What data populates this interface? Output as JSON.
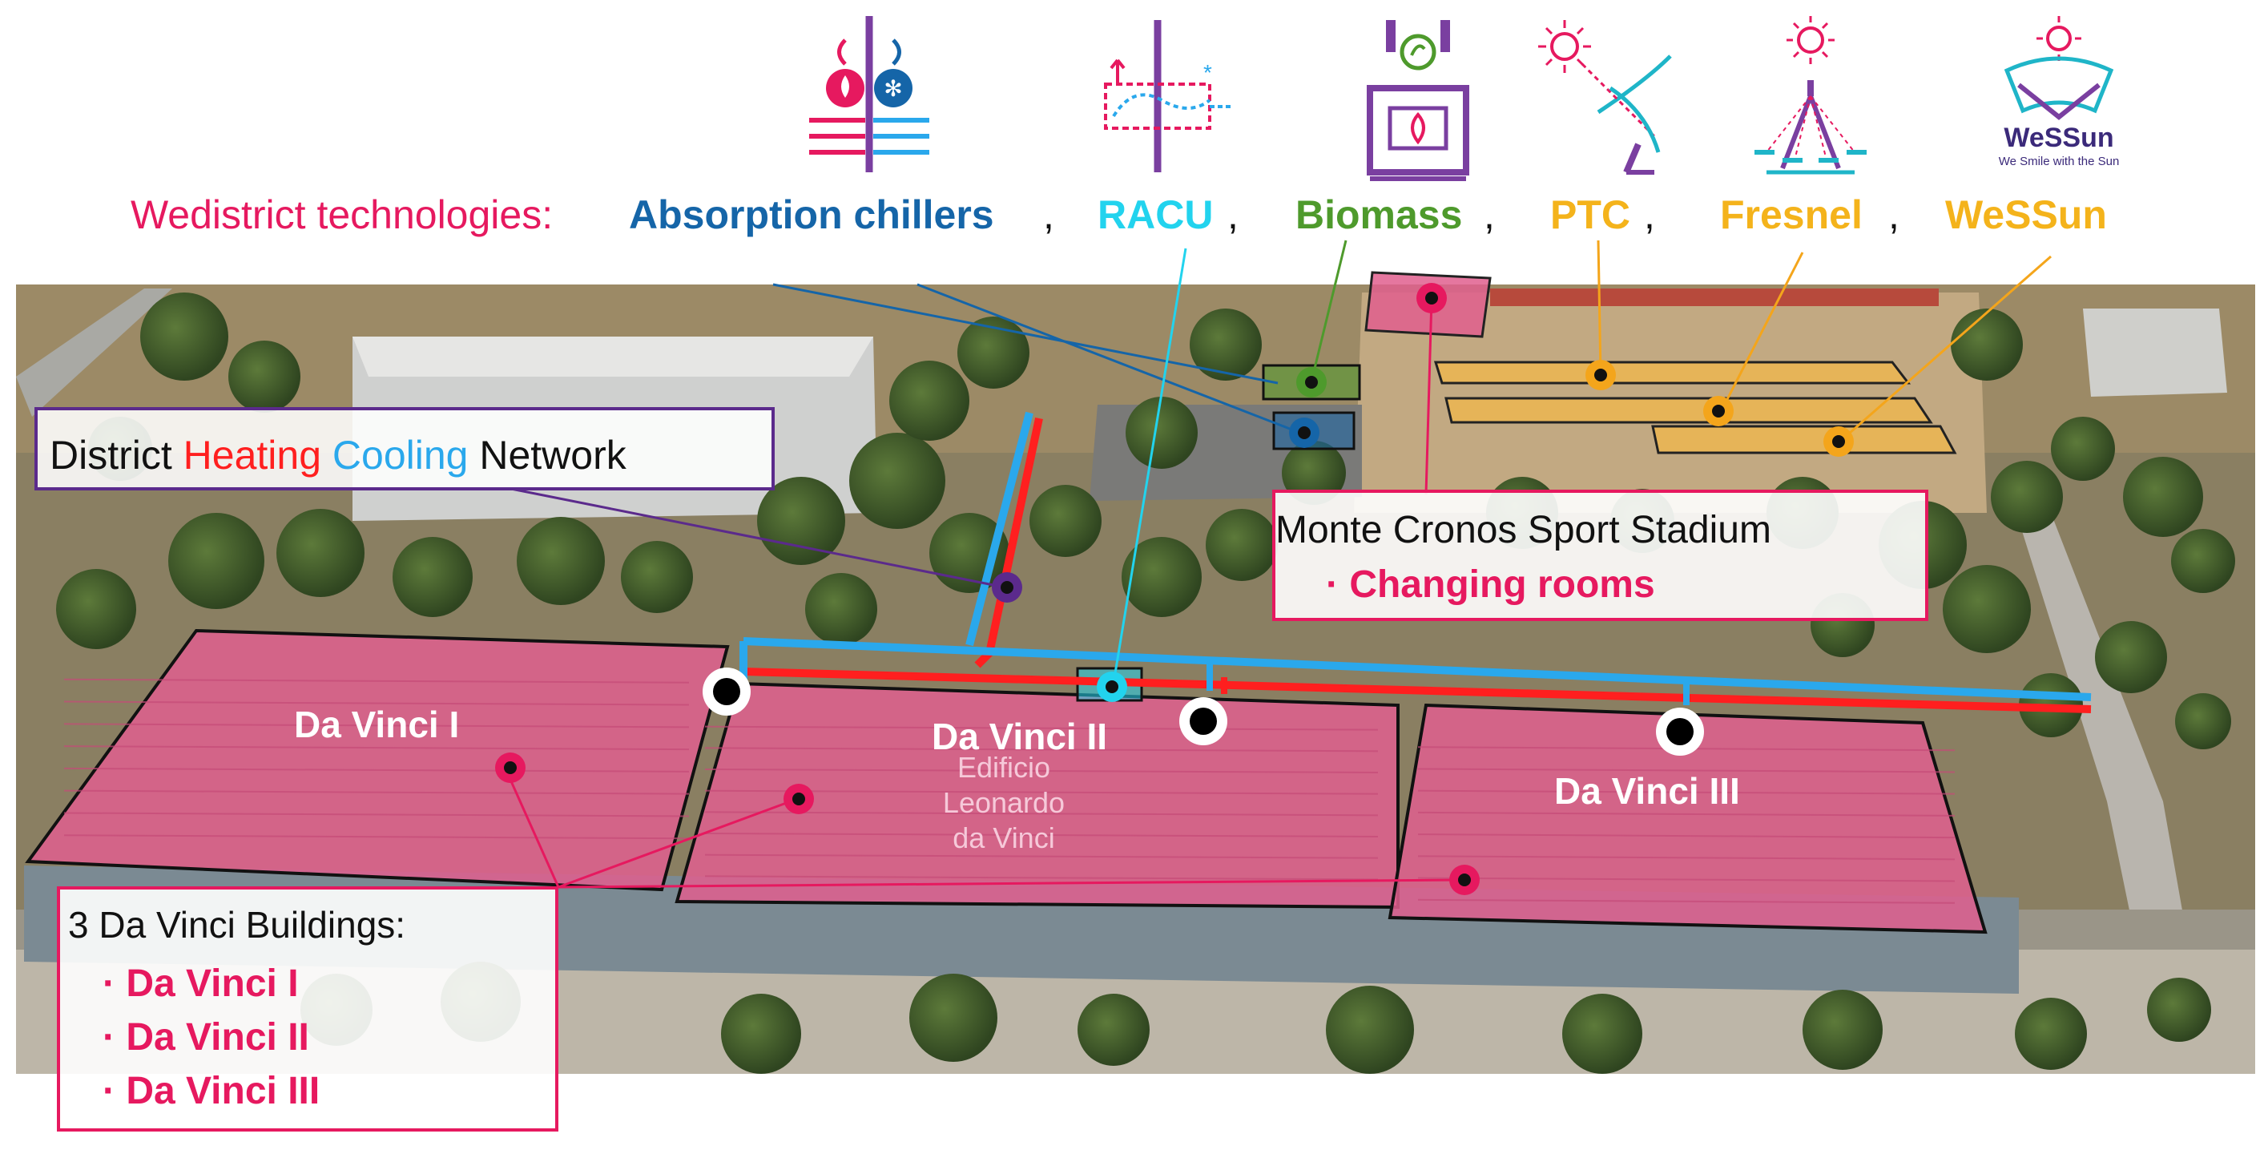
{
  "header": {
    "prefix": "Wedistrict technologies: ",
    "technologies": [
      {
        "label": "Absorption chillers",
        "color": "#1565a8",
        "icon": "absorption-chiller-icon"
      },
      {
        "label": "RACU",
        "color": "#22d3ee",
        "icon": "racu-icon"
      },
      {
        "label": "Biomass",
        "color": "#4e9a2c",
        "icon": "biomass-boiler-icon"
      },
      {
        "label": "PTC",
        "color": "#f4b31b",
        "icon": "ptc-solar-icon"
      },
      {
        "label": "Fresnel",
        "color": "#f4b31b",
        "icon": "fresnel-solar-icon"
      },
      {
        "label": "WeSSun",
        "color": "#f4b31b",
        "icon": "wessun-logo"
      }
    ],
    "separator": ","
  },
  "wessun_logo": {
    "name": "WeSSun",
    "tagline": "We Smile with the Sun"
  },
  "network_label": {
    "part1": "District ",
    "heating": "Heating",
    "cooling": "Cooling",
    "part4": " Network"
  },
  "stadium": {
    "title": "Monte Cronos Sport Stadium",
    "item": "· Changing rooms"
  },
  "buildings_box": {
    "title": "3 Da Vinci Buildings:",
    "items": [
      "· Da Vinci I",
      "· Da Vinci II",
      "· Da Vinci III"
    ]
  },
  "building_labels": [
    "Da Vinci I",
    "Da Vinci II",
    "Da Vinci III"
  ],
  "map_watermark": [
    "Edificio",
    "Leonardo",
    "da Vinci"
  ],
  "colors": {
    "magenta": "#e6195f",
    "heating_red": "#ff1f1f",
    "cooling_blue": "#2aa8ec",
    "purple": "#5b2a8c",
    "orange": "#f4a51b",
    "green": "#4e9a2c",
    "dark_blue": "#1565a8",
    "cyan": "#22d3ee"
  }
}
